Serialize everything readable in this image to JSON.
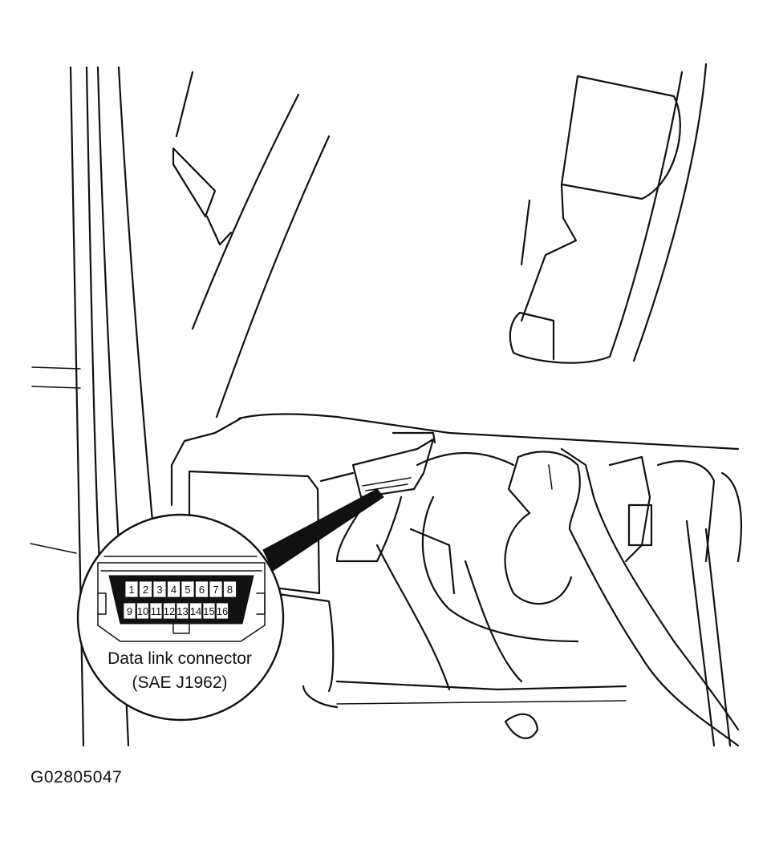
{
  "callout": {
    "line1": "Data link connector",
    "line2": "(SAE J1962)"
  },
  "connector": {
    "top_row": [
      "1",
      "2",
      "3",
      "4",
      "5",
      "6",
      "7",
      "8"
    ],
    "bottom_row": [
      "9",
      "10",
      "11",
      "12",
      "13",
      "14",
      "15",
      "16"
    ]
  },
  "figure_id": "G02805047"
}
